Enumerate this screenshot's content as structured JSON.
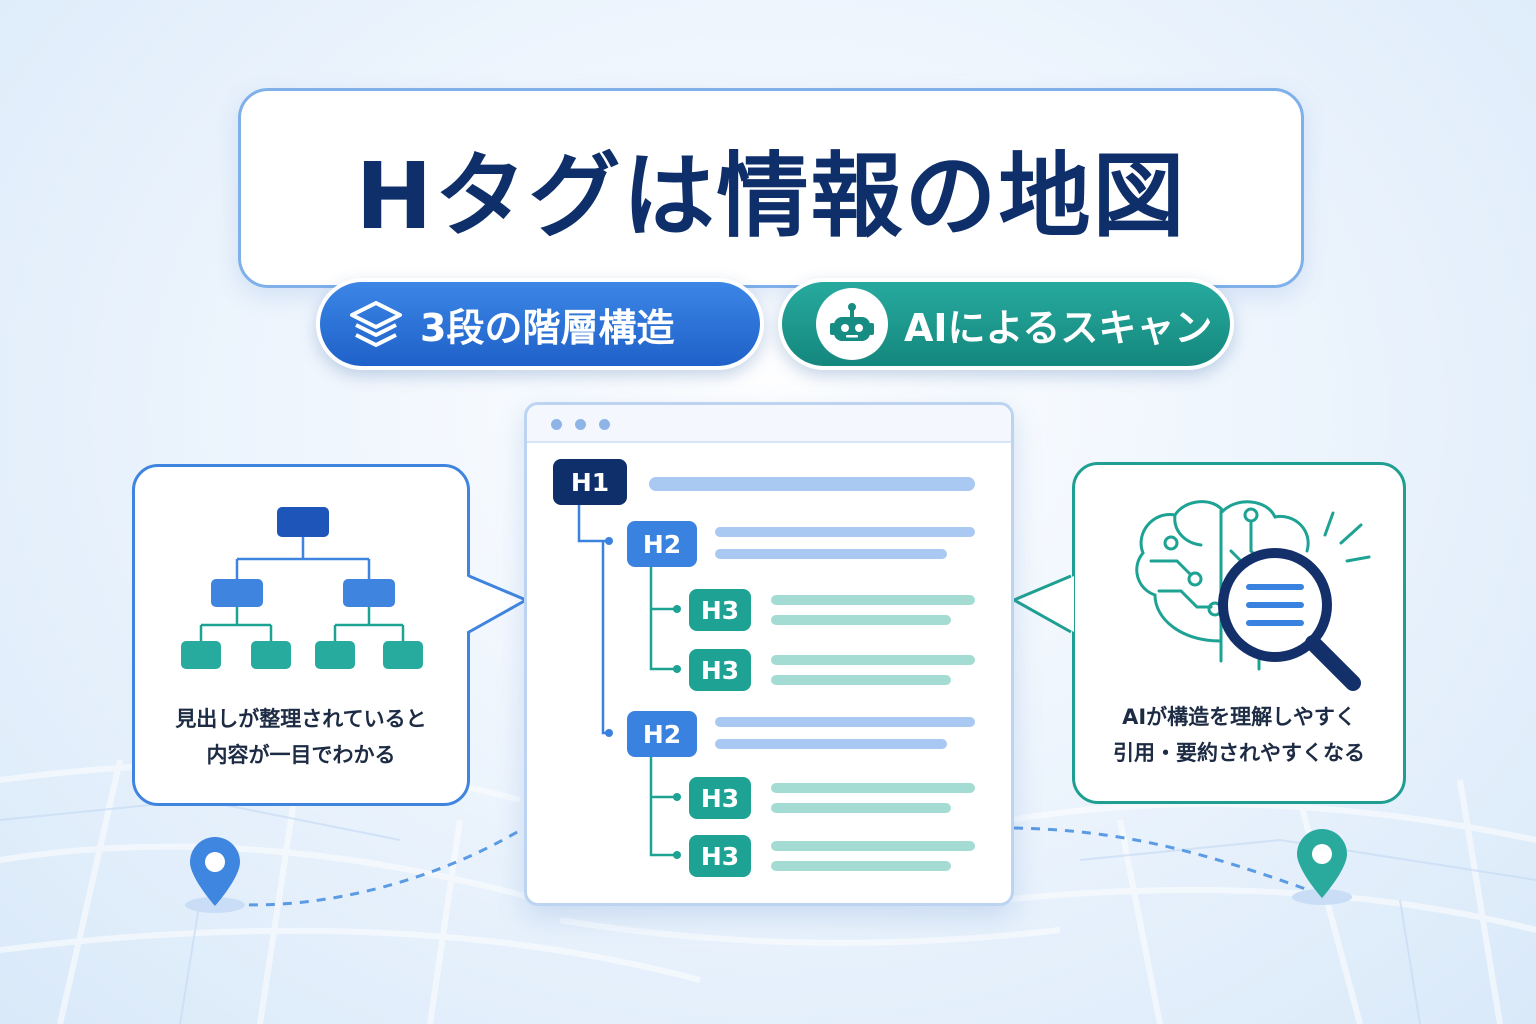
{
  "title": "Hタグは情報の地図",
  "badges": {
    "structure": "3段の階層構造",
    "ai_scan": "AIによるスキャン"
  },
  "left_card": {
    "caption_line1": "見出しが整理されていると",
    "caption_line2": "内容が一目でわかる"
  },
  "right_card": {
    "caption_line1": "AIが構造を理解しやすく",
    "caption_line2": "引用・要約されやすくなる"
  },
  "document": {
    "h1": "H1",
    "sections": [
      {
        "label": "H2",
        "children": [
          "H3",
          "H3"
        ]
      },
      {
        "label": "H2",
        "children": [
          "H3",
          "H3"
        ]
      }
    ]
  },
  "colors": {
    "navy": "#0f2f6b",
    "blue": "#3a82e0",
    "teal": "#1ea294"
  },
  "icons": [
    "layers-icon",
    "robot-icon",
    "hierarchy-icon",
    "brain-circuit-icon",
    "magnifier-icon",
    "map-pin-icon"
  ]
}
